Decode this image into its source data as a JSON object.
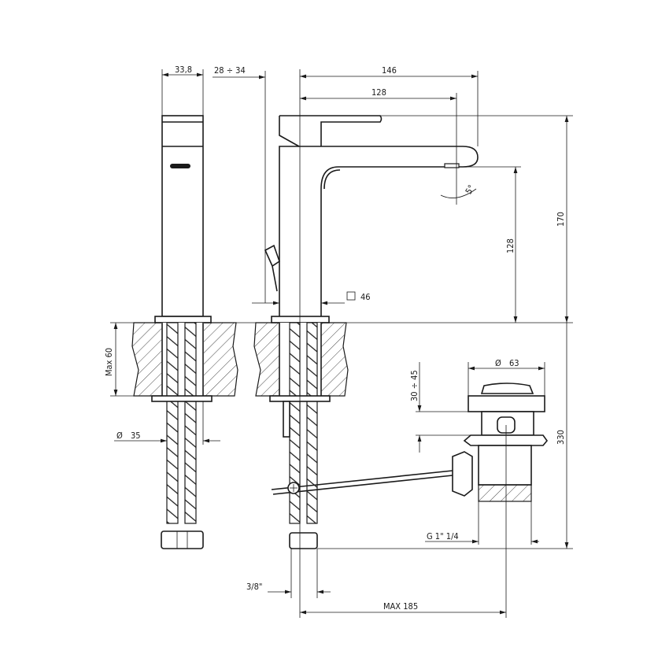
{
  "drawing": {
    "dimensions": {
      "body_width": "33,8",
      "rod_distance": "28 ÷ 34",
      "total_reach": "146",
      "spout_reach": "128",
      "spout_angle": "5°",
      "spout_height": "128",
      "total_height": "170",
      "body_square": "46",
      "max_counter": "Max 60",
      "hole_diameter": "35",
      "waste_diameter": "63",
      "waste_height": "30 ÷ 45",
      "waste_depth": "330",
      "waste_thread": "G 1\" 1/4",
      "hose_thread": "3/8\"",
      "max_reach": "MAX 185"
    },
    "symbols": {
      "diameter": "Ø",
      "square": "□"
    },
    "line_color": "#1a1a1a"
  }
}
